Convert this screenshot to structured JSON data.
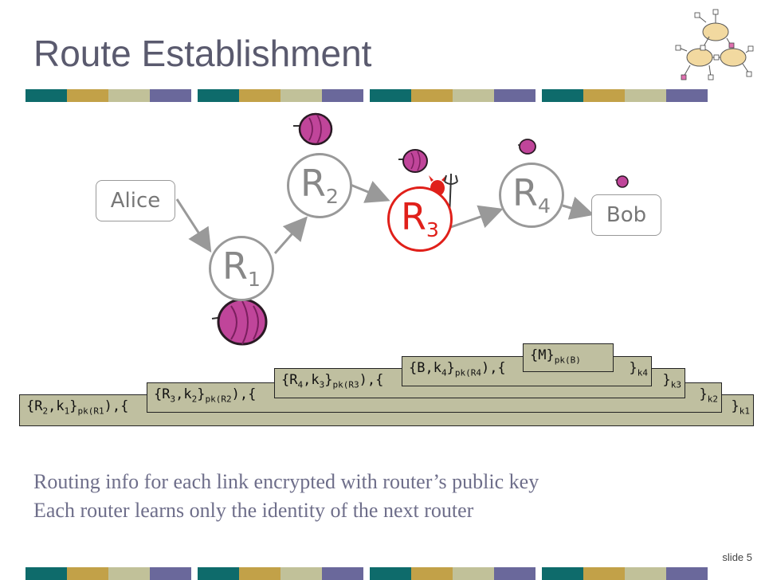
{
  "title": "Route Establishment",
  "band_colors": [
    "#0e6b6b",
    "#c2a148",
    "#c1c199",
    "#6a689b"
  ],
  "nodes": {
    "alice": "Alice",
    "bob": "Bob",
    "r1": {
      "letter": "R",
      "sub": "1"
    },
    "r2": {
      "letter": "R",
      "sub": "2"
    },
    "r3": {
      "letter": "R",
      "sub": "3"
    },
    "r4": {
      "letter": "R",
      "sub": "4"
    }
  },
  "colors": {
    "router": "#999999",
    "compromised": "#e0201a",
    "onion": "#c0459a",
    "layer": "#bfbfa0"
  },
  "layers": [
    {
      "left": "{R",
      "left_sub": "2",
      "left_mid": ",k",
      "left_sub2": "1",
      "left_end": "}",
      "left_pk": "pk(R",
      "left_pk_sub": "1",
      "left_tail": "),{",
      "right": "}",
      "right_sub": "k1"
    },
    {
      "left": "{R",
      "left_sub": "3",
      "left_mid": ",k",
      "left_sub2": "2",
      "left_end": "}",
      "left_pk": "pk(R",
      "left_pk_sub": "2",
      "left_tail": "),{",
      "right": "}",
      "right_sub": "k2"
    },
    {
      "left": "{R",
      "left_sub": "4",
      "left_mid": ",k",
      "left_sub2": "3",
      "left_end": "}",
      "left_pk": "pk(R",
      "left_pk_sub": "3",
      "left_tail": "),{",
      "right": "}",
      "right_sub": "k3"
    },
    {
      "left": "{B,k",
      "left_sub": "4",
      "left_mid": "",
      "left_sub2": "",
      "left_end": "}",
      "left_pk": "pk(R",
      "left_pk_sub": "4",
      "left_tail": "),{",
      "right": "}",
      "right_sub": "k4"
    }
  ],
  "message": {
    "text": "{M}",
    "pk": "pk(B)"
  },
  "captions": [
    "Routing info for each link encrypted with router’s public key",
    "Each router learns only the identity of the next router"
  ],
  "slide_number": "slide 5"
}
